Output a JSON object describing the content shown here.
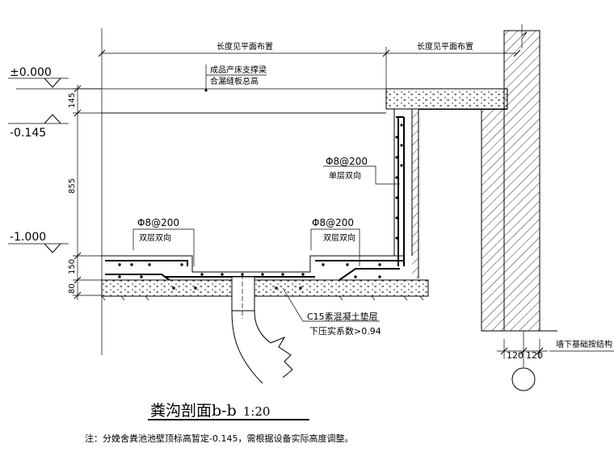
{
  "drawing": {
    "dim_top_left": "长度见平面布置",
    "dim_top_right": "长度见平面布置",
    "beam_label_1": "成品产床支撑梁",
    "beam_label_2": "合漏缝板总高",
    "levels": [
      "±0.000",
      "-0.145",
      "-1.000"
    ],
    "vertical_dims": [
      "145",
      "855",
      "150",
      "80"
    ],
    "rebar_wall": "Φ8@200",
    "rebar_wall_note": "单层双向",
    "rebar_left": "Φ8@200",
    "rebar_left_note": "双层双向",
    "rebar_right": "Φ8@200",
    "rebar_right_note": "双层双向",
    "cushion_label": "C15素混凝土垫层",
    "compaction_label": "下压实系数>0.94",
    "wall_dims": [
      "120",
      "120"
    ],
    "foundation_note": "墙下基础按结构"
  },
  "title": {
    "main": "粪沟剖面b-b",
    "scale": "1:20"
  },
  "note": "注：分娩舍粪池池壁顶标高暂定-0.145，需根据设备实际高度调整。"
}
